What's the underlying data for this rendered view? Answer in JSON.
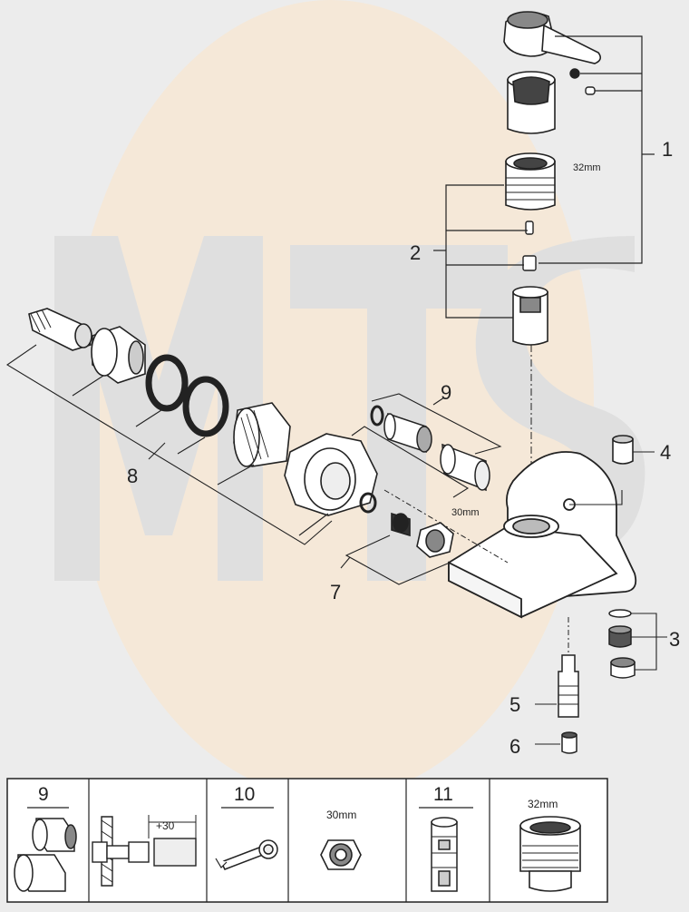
{
  "callouts": {
    "n1": "1",
    "n2": "2",
    "n3": "3",
    "n4": "4",
    "n5": "5",
    "n6": "6",
    "n7": "7",
    "n8": "8",
    "n9": "9"
  },
  "dimensions": {
    "cartridge_nut": "32mm",
    "union_nut": "30mm"
  },
  "panel": {
    "cell1_number": "9",
    "cell2_dimension": "+30",
    "cell3_number": "10",
    "cell4_dimension": "30mm",
    "cell5_number": "11",
    "cell6_dimension": "32mm"
  },
  "icons": {
    "watermark": "brand-logo-watermark",
    "tool": "wrench-icon"
  },
  "colors": {
    "line": "#222222",
    "background": "#ececec",
    "watermark_orange": "#fde6c8",
    "watermark_grey": "#d6d6d6"
  }
}
